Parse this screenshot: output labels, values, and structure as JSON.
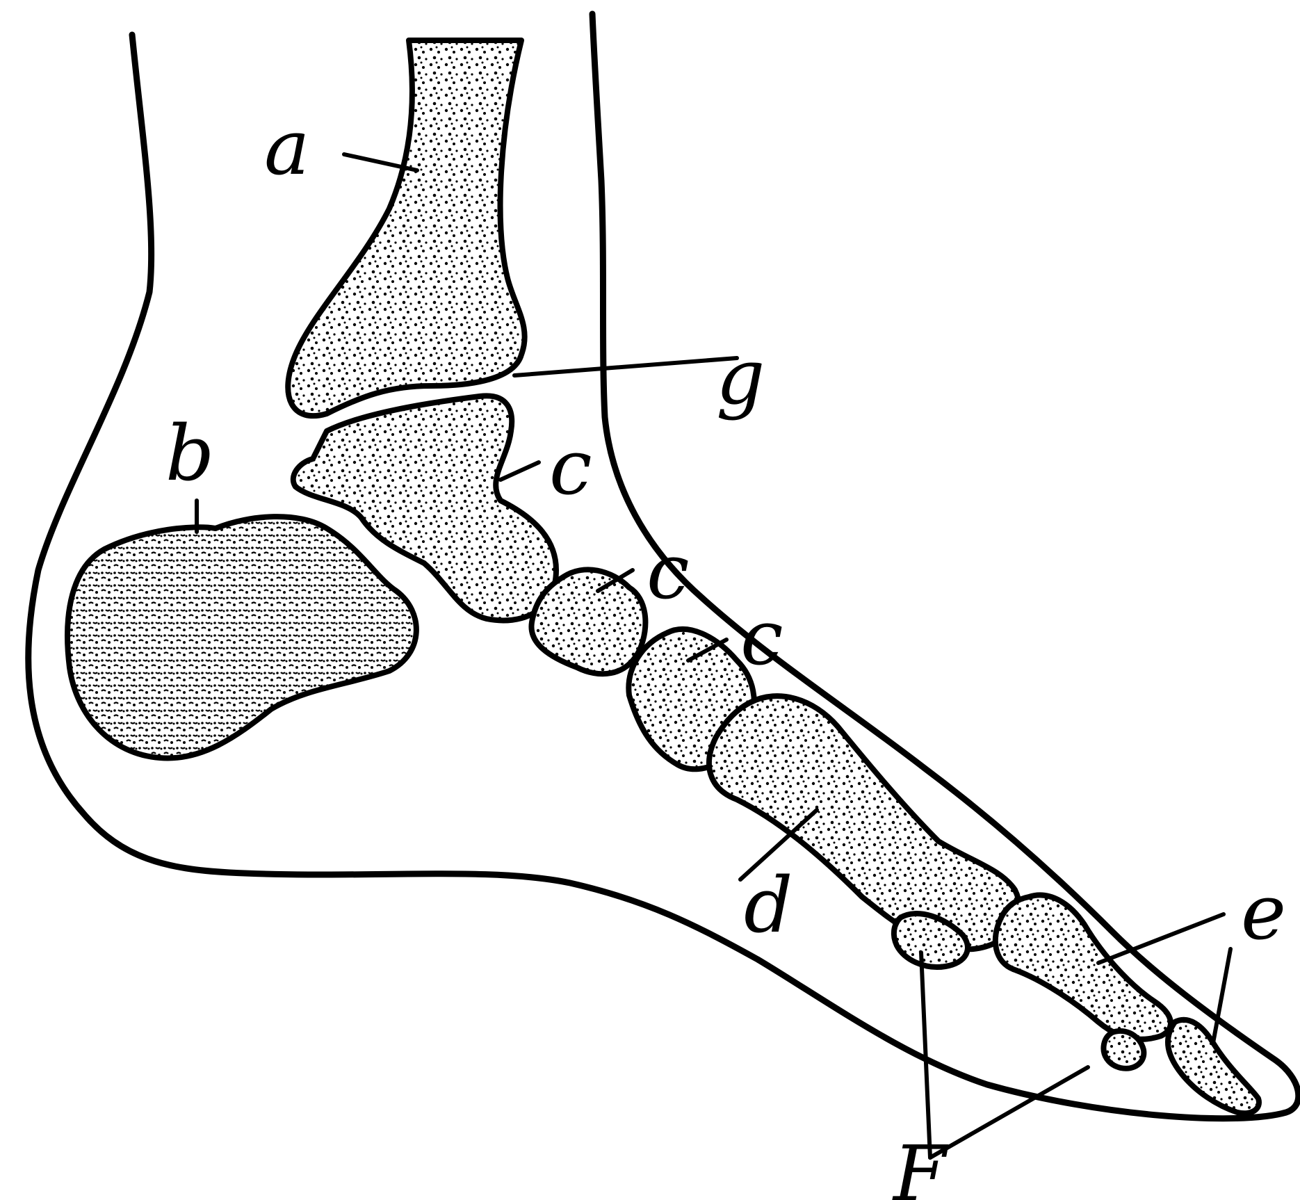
{
  "figure": {
    "labels": {
      "a": "a",
      "b": "b",
      "c1": "c",
      "c2": "c",
      "c3": "c",
      "d": "d",
      "e": "e",
      "f": "F",
      "g": "g"
    }
  },
  "colors": {
    "ink": "#000000",
    "paper": "#ffffff"
  }
}
